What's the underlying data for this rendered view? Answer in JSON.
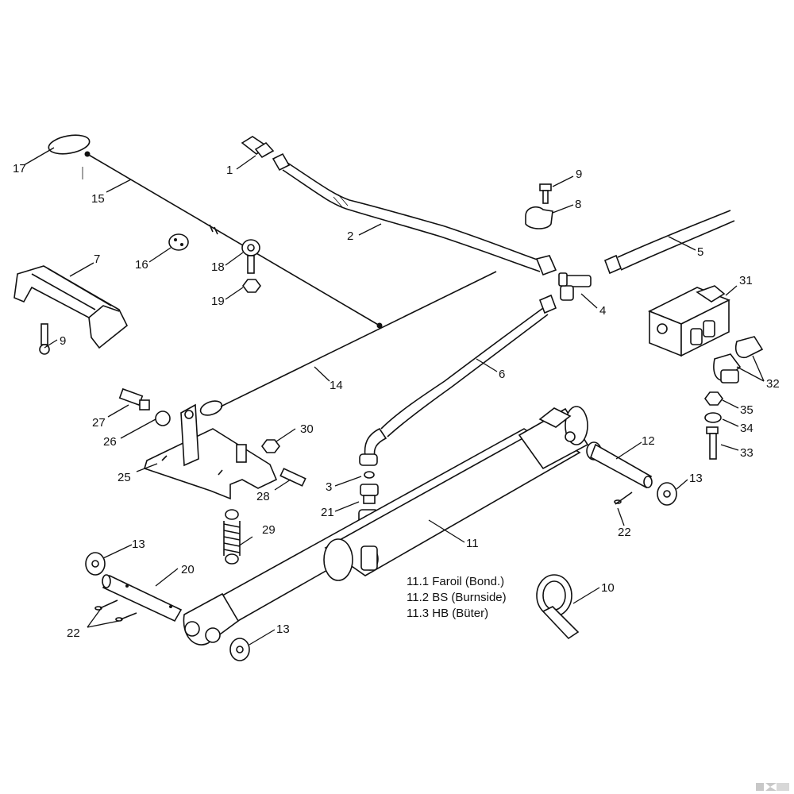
{
  "callouts": {
    "c1": "1",
    "c2": "2",
    "c3": "3",
    "c4": "4",
    "c5": "5",
    "c6": "6",
    "c7": "7",
    "c8": "8",
    "c9a": "9",
    "c9b": "9",
    "c10": "10",
    "c11": "11",
    "c12": "12",
    "c13a": "13",
    "c13b": "13",
    "c13c": "13",
    "c14": "14",
    "c15": "15",
    "c16": "16",
    "c17": "17",
    "c18": "18",
    "c19": "19",
    "c20": "20",
    "c21": "21",
    "c22a": "22",
    "c22b": "22",
    "c25": "25",
    "c26": "26",
    "c27": "27",
    "c28": "28",
    "c29": "29",
    "c30": "30",
    "c31": "31",
    "c32": "32",
    "c33": "33",
    "c34": "34",
    "c35": "35"
  },
  "legend": {
    "line1": "11.1 Faroil (Bond.)",
    "line2": "11.2 BS (Burnside)",
    "line3": "11.3 HB (Büter)"
  },
  "colors": {
    "ink": "#111111",
    "background": "#ffffff",
    "logo": "#c8c8c8"
  },
  "icons": {
    "logo": "k-logo-icon"
  }
}
